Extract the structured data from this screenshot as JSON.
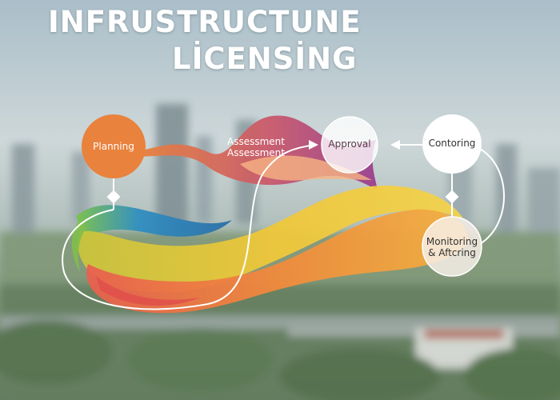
{
  "title": {
    "line1": "INFRUSTRUCTUNE",
    "line2": "LİCENSİNG"
  },
  "nodes": {
    "planning": "Planning",
    "assessment_line1": "Assessment",
    "assessment_line2": "Assessment",
    "approval": "Approval",
    "contoring": "Contoring",
    "monitoring_line1": "Monitoring",
    "monitoring_line2": "& Aftcring"
  },
  "colors": {
    "planning": "#e9823d",
    "assessment": "#b5488a",
    "orange_flow": "#f29a3c",
    "yellow_flow": "#e6c23e",
    "blue_flow": "#2f7fb5",
    "green_flow": "#8dc24a",
    "red_flow": "#e8604f"
  }
}
